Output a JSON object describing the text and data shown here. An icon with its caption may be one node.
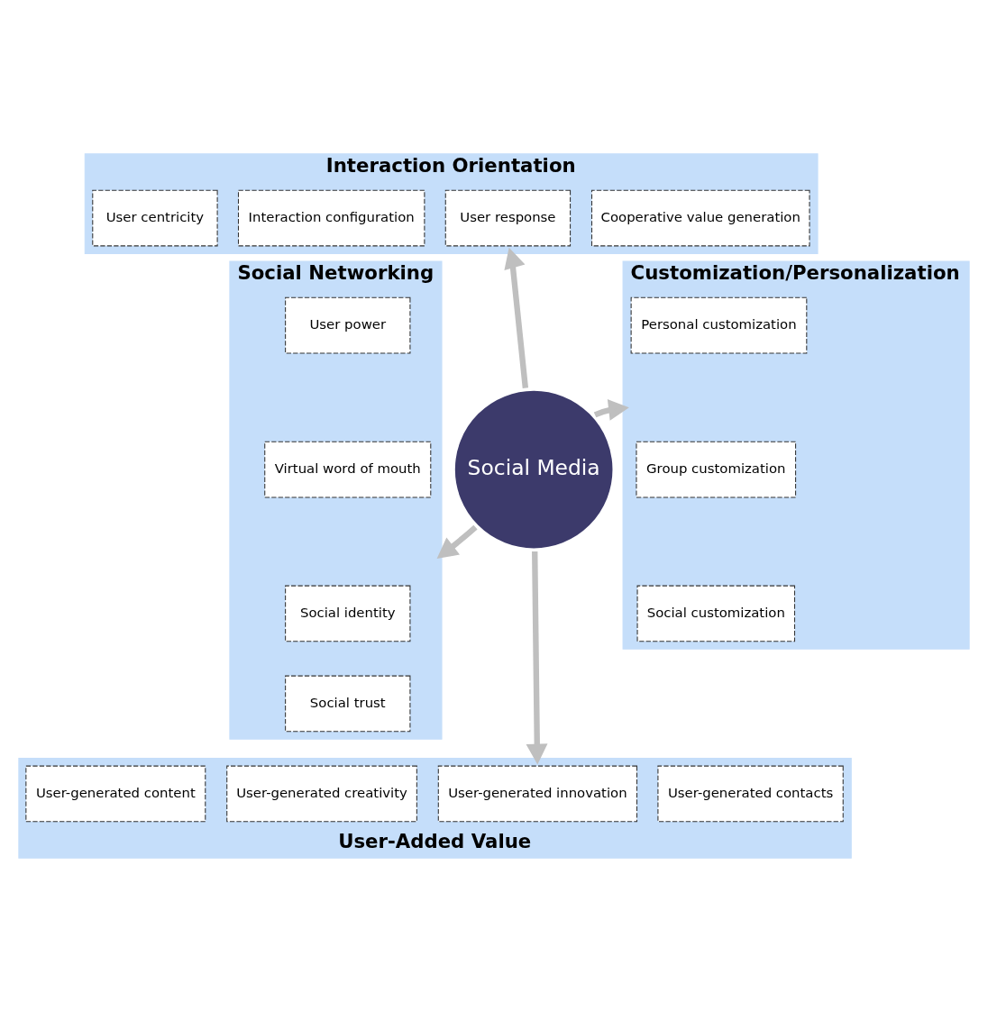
{
  "diagram": {
    "nodes": [
      {
        "text": [
          "Interaction Orientation"
        ]
      },
      {
        "text": [
          "User centricity"
        ],
        "in": 0
      },
      {
        "text": [
          "Interaction configuration"
        ],
        "in": 0
      },
      {
        "text": [
          "User response"
        ],
        "in": 0
      },
      {
        "text": [
          "Cooperative value generation"
        ],
        "in": 0
      },
      {
        "text": [
          "Social Networking"
        ]
      },
      {
        "text": [
          "User power"
        ],
        "in": 5
      },
      {
        "text": [
          "Virtual word of mouth"
        ],
        "in": 5
      },
      {
        "text": [
          "Social identity"
        ],
        "in": 5
      },
      {
        "text": [
          "Social trust"
        ],
        "in": 5
      },
      {
        "text": [
          "Social Media"
        ]
      },
      {
        "text": [
          "Customization/Personalization"
        ]
      },
      {
        "text": [
          "Personal customization"
        ],
        "in": 11
      },
      {
        "text": [
          "Group customization"
        ],
        "in": 11
      },
      {
        "text": [
          "Social customization"
        ],
        "in": 11
      },
      {
        "text": [
          "User-Added Value"
        ]
      },
      {
        "text": [
          "User-generated content"
        ],
        "in": 15
      },
      {
        "text": [
          "User-generated creativity"
        ],
        "in": 15
      },
      {
        "text": [
          "User-generated innovation"
        ],
        "in": 15
      },
      {
        "text": [
          "User-generated contacts"
        ],
        "in": 15
      }
    ],
    "edges": [
      {
        "from": 10,
        "to": 0,
        "arrow": "to"
      },
      {
        "from": 10,
        "to": 5,
        "arrow": "to"
      },
      {
        "from": 10,
        "to": 11,
        "arrow": "to"
      },
      {
        "from": 10,
        "to": 15,
        "arrow": "to"
      }
    ]
  }
}
